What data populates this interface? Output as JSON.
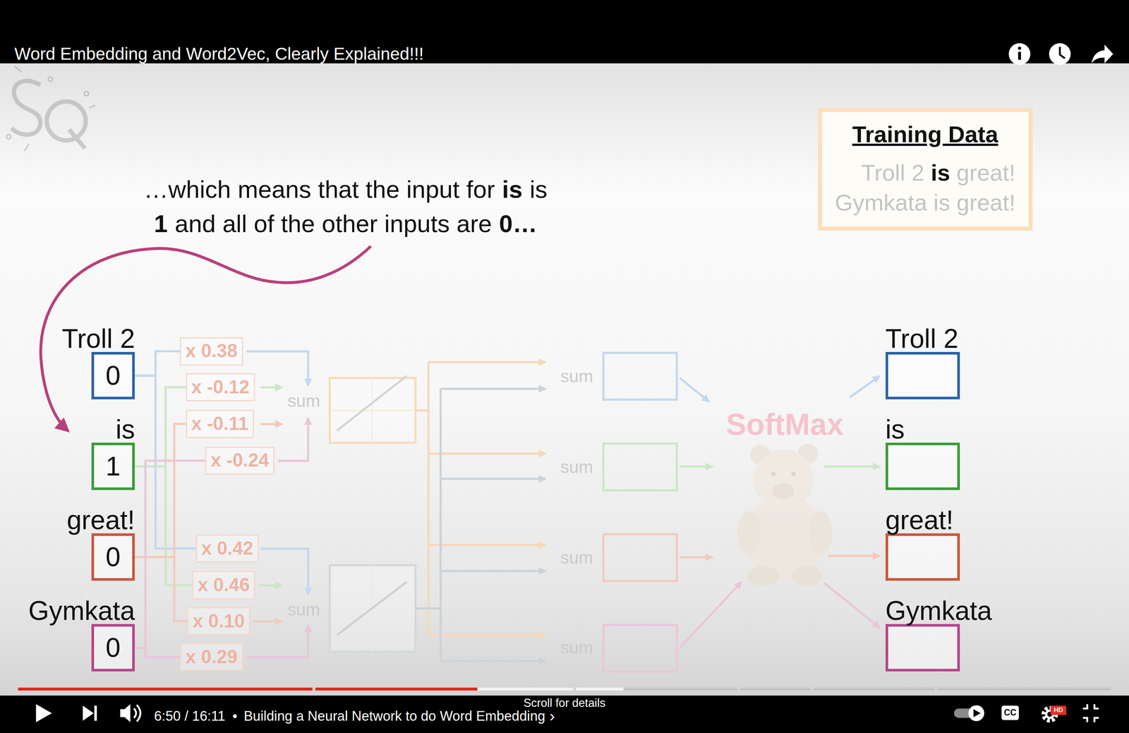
{
  "diagram": {
    "title": "Word Embedding and Word2Vec, Clearly Explained!!!",
    "nodes": [
      {
        "text": [
          "Troll 2",
          "0"
        ]
      },
      {
        "text": [
          "is",
          "1"
        ]
      },
      {
        "text": [
          "great!",
          "0"
        ]
      },
      {
        "text": [
          "Gymkata",
          "0"
        ]
      },
      {
        "text": [
          "x 0.38"
        ]
      },
      {
        "text": [
          "x -0.12"
        ]
      },
      {
        "text": [
          "x -0.11"
        ]
      },
      {
        "text": [
          "x -0.24"
        ]
      },
      {
        "text": [
          "x 0.42"
        ]
      },
      {
        "text": [
          "x 0.46"
        ]
      },
      {
        "text": [
          "x 0.10"
        ]
      },
      {
        "text": [
          "x 0.29"
        ]
      },
      {
        "text": [
          "Troll 2"
        ]
      },
      {
        "text": [
          "is"
        ]
      },
      {
        "text": [
          "great!"
        ]
      },
      {
        "text": [
          "Gymkata"
        ]
      },
      {
        "text": [
          "Training Data",
          "Troll 2",
          "is",
          "great!",
          "Gymkata is great!"
        ]
      }
    ],
    "edges": [
      {
        "from": 0,
        "to": 4,
        "arrow": "none"
      },
      {
        "from": 0,
        "to": 8,
        "arrow": "none"
      },
      {
        "from": 1,
        "to": 5,
        "arrow": "none"
      },
      {
        "from": 1,
        "to": 9,
        "arrow": "none"
      },
      {
        "from": 2,
        "to": 6,
        "arrow": "none"
      },
      {
        "from": 2,
        "to": 10,
        "arrow": "none"
      },
      {
        "from": 3,
        "to": 7,
        "arrow": "none"
      },
      {
        "from": 3,
        "to": 11,
        "arrow": "none"
      }
    ],
    "labels": [
      "…which means that the input for",
      "is",
      "is",
      "1",
      "and all of the other inputs are",
      "0…",
      "sum",
      "sum",
      "sum",
      "sum",
      "sum",
      "sum",
      "SoftMax",
      "6:50 / 16:11",
      "•",
      "Building a Neural Network to do Word Embedding",
      "›",
      "Scroll for details",
      "CC",
      "HD"
    ]
  }
}
